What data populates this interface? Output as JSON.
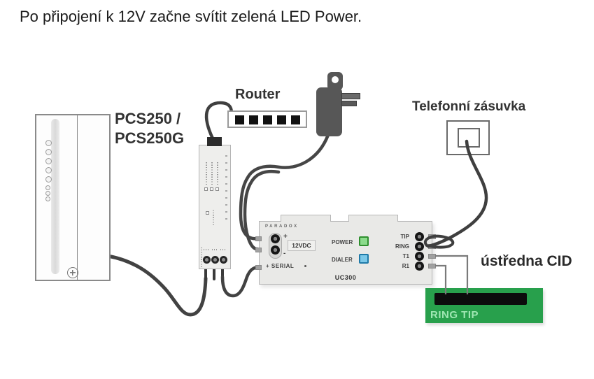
{
  "title": "Po připojení k 12V začne svítit zelená LED Power.",
  "labels": {
    "panel_line1": "PCS250 /",
    "panel_line2": "PCS250G",
    "router": "Router",
    "phone_socket": "Telefonní zásuvka",
    "cid": "ústředna CID",
    "board": "RING TIP"
  },
  "uc300": {
    "brand": "PARADOX",
    "model": "UC300",
    "power": "POWER",
    "dialer": "DIALER",
    "serial": "+ SERIAL",
    "vdc": "12VDC",
    "plus": "+",
    "minus": "-",
    "terminals": [
      "TIP",
      "RING",
      "T1",
      "R1"
    ]
  },
  "colors": {
    "wire": "#3f3f3f",
    "thin_wire": "#7a7a7a",
    "board_green": "#28a04c",
    "board_text": "#9fe6b2",
    "led_power": "#8cdb8c",
    "led_dialer": "#7cc8e8",
    "adapter_body": "#575757"
  }
}
